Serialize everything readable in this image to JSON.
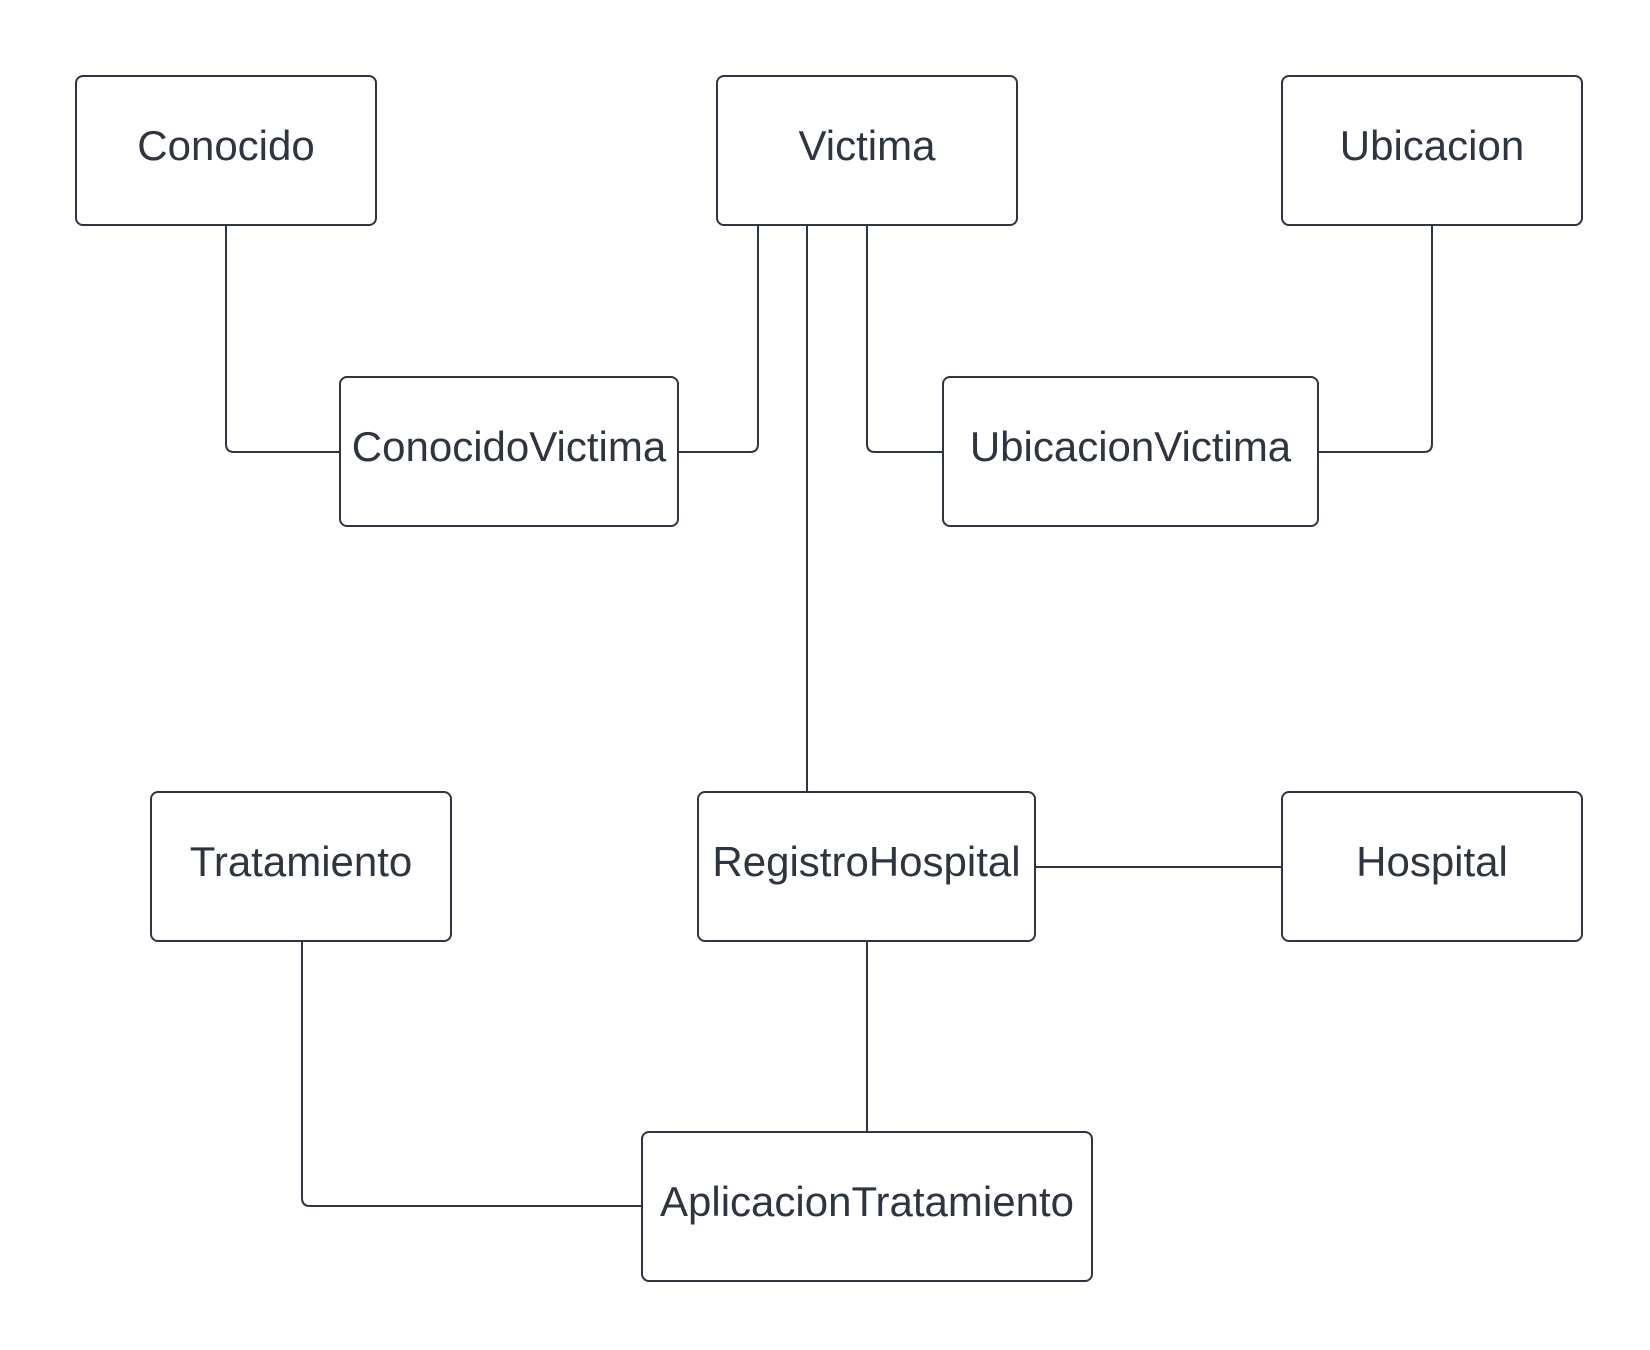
{
  "diagram": {
    "stroke_color": "#2f3441",
    "text_color": "#2f3441",
    "background_color": "#ffffff",
    "entities": [
      {
        "id": "conocido",
        "label": "Conocido"
      },
      {
        "id": "victima",
        "label": "Victima"
      },
      {
        "id": "ubicacion",
        "label": "Ubicacion"
      },
      {
        "id": "conocido_victima",
        "label": "ConocidoVictima"
      },
      {
        "id": "ubicacion_victima",
        "label": "UbicacionVictima"
      },
      {
        "id": "tratamiento",
        "label": "Tratamiento"
      },
      {
        "id": "registro_hospital",
        "label": "RegistroHospital"
      },
      {
        "id": "hospital",
        "label": "Hospital"
      },
      {
        "id": "aplicacion_tratamiento",
        "label": "AplicacionTratamiento"
      }
    ],
    "connections": [
      {
        "from": "Conocido",
        "to": "ConocidoVictima"
      },
      {
        "from": "Victima",
        "to": "ConocidoVictima"
      },
      {
        "from": "Victima",
        "to": "UbicacionVictima"
      },
      {
        "from": "Ubicacion",
        "to": "UbicacionVictima"
      },
      {
        "from": "Victima",
        "to": "RegistroHospital"
      },
      {
        "from": "RegistroHospital",
        "to": "Hospital"
      },
      {
        "from": "RegistroHospital",
        "to": "AplicacionTratamiento"
      },
      {
        "from": "Tratamiento",
        "to": "AplicacionTratamiento"
      }
    ]
  }
}
